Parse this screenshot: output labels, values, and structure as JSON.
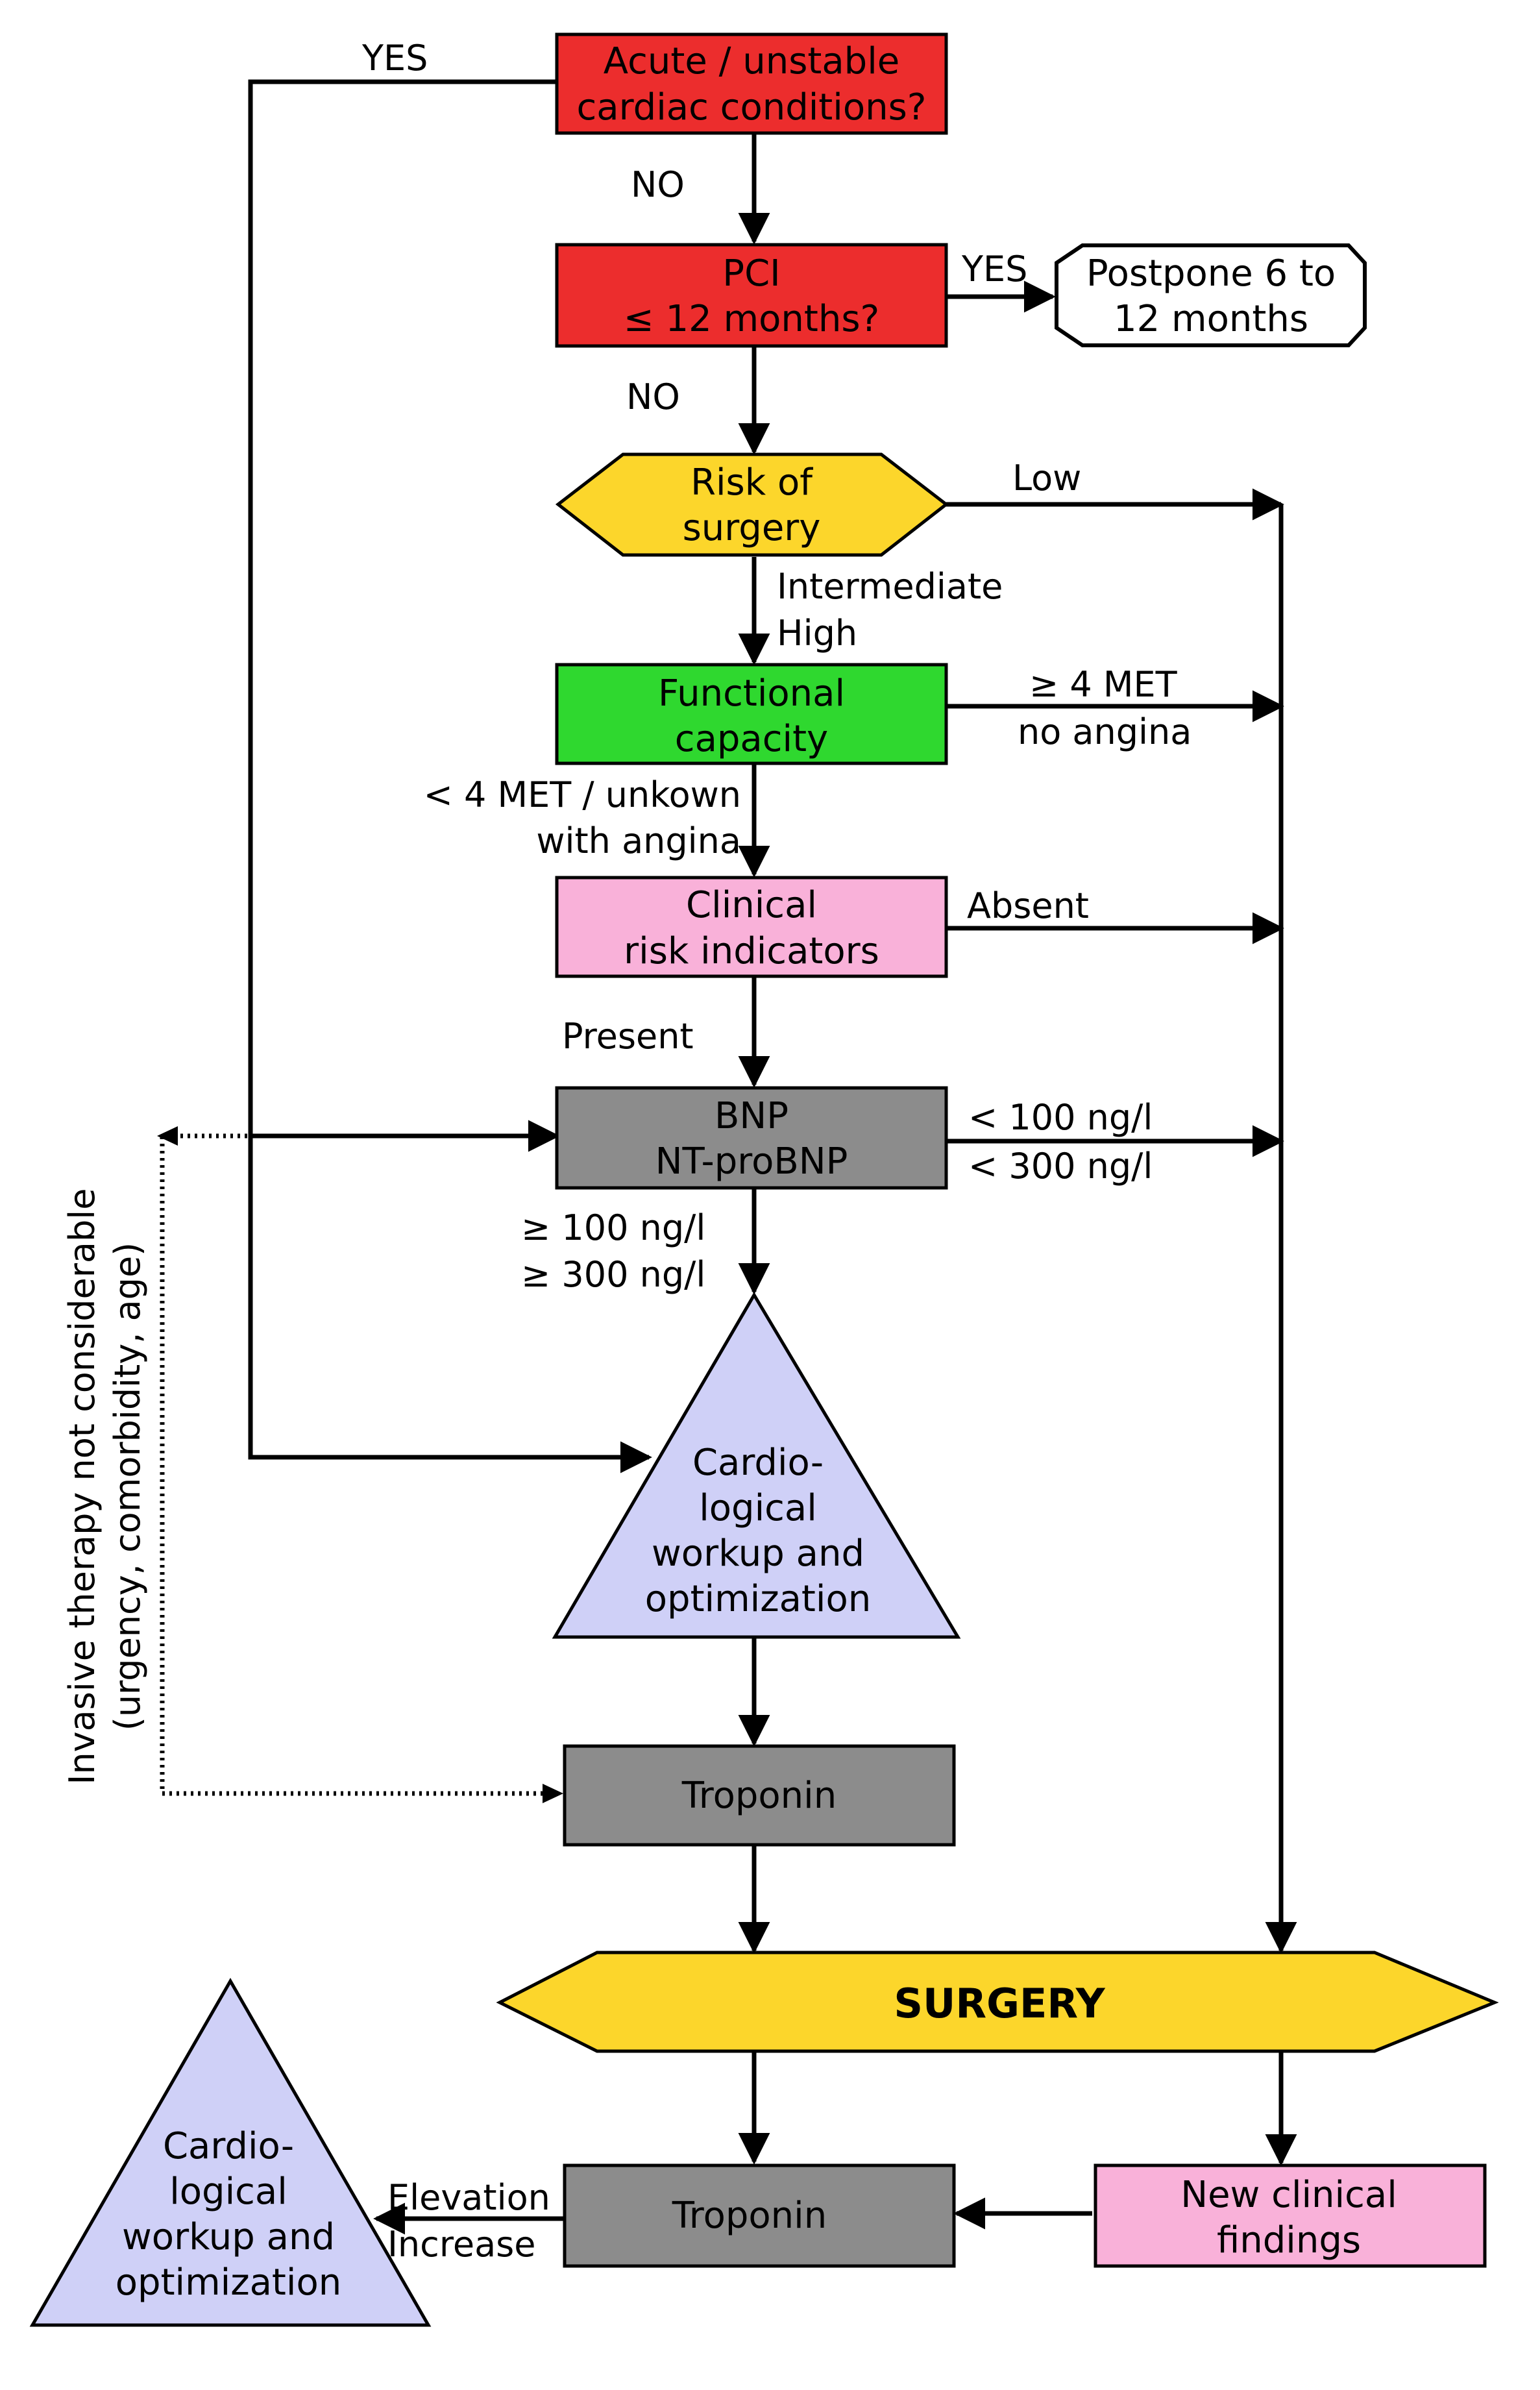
{
  "colors": {
    "red": "#ec2d2d",
    "yellow": "#fcd62b",
    "green": "#2fd82f",
    "pink": "#f9b1d9",
    "gray": "#8c8c8c",
    "lavender": "#cfd0f7",
    "white": "#ffffff",
    "line": "#000000"
  },
  "nodes": {
    "acute": {
      "line1": "Acute / unstable",
      "line2": "cardiac conditions?"
    },
    "pci": {
      "line1": "PCI",
      "line2": "≤ 12 months?"
    },
    "postpone": {
      "line1": "Postpone 6 to",
      "line2": "12 months"
    },
    "risk": {
      "line1": "Risk of",
      "line2": "surgery"
    },
    "functional": {
      "line1": "Functional",
      "line2": "capacity"
    },
    "clinical": {
      "line1": "Clinical",
      "line2": "risk indicators"
    },
    "bnp": {
      "line1": "BNP",
      "line2": "NT-proBNP"
    },
    "workup1": {
      "line1": "Cardio-",
      "line2": "logical",
      "line3": "workup and",
      "line4": "optimization"
    },
    "troponin1": {
      "label": "Troponin"
    },
    "surgery": {
      "label": "SURGERY"
    },
    "troponin2": {
      "label": "Troponin"
    },
    "new_findings": {
      "line1": "New clinical",
      "line2": "findings"
    },
    "workup2": {
      "line1": "Cardio-",
      "line2": "logical",
      "line3": "workup and",
      "line4": "optimization"
    }
  },
  "edges": {
    "acute_yes": "YES",
    "acute_no": "NO",
    "pci_yes": "YES",
    "pci_no": "NO",
    "risk_low": "Low",
    "risk_mid_1": "Intermediate",
    "risk_mid_2": "High",
    "func_good_1": "≥ 4 MET",
    "func_good_2": "no angina",
    "func_poor_1": "< 4 MET / unkown",
    "func_poor_2": "with angina",
    "clinical_absent": "Absent",
    "clinical_present": "Present",
    "bnp_low_1": "< 100 ng/l",
    "bnp_low_2": "< 300 ng/l",
    "bnp_high_1": "≥ 100 ng/l",
    "bnp_high_2": "≥ 300 ng/l",
    "trop_elev_1": "Elevation",
    "trop_elev_2": "Increase"
  },
  "side_note": {
    "line1": "Invasive therapy not considerable",
    "line2": "(urgency, comorbidity, age)"
  }
}
